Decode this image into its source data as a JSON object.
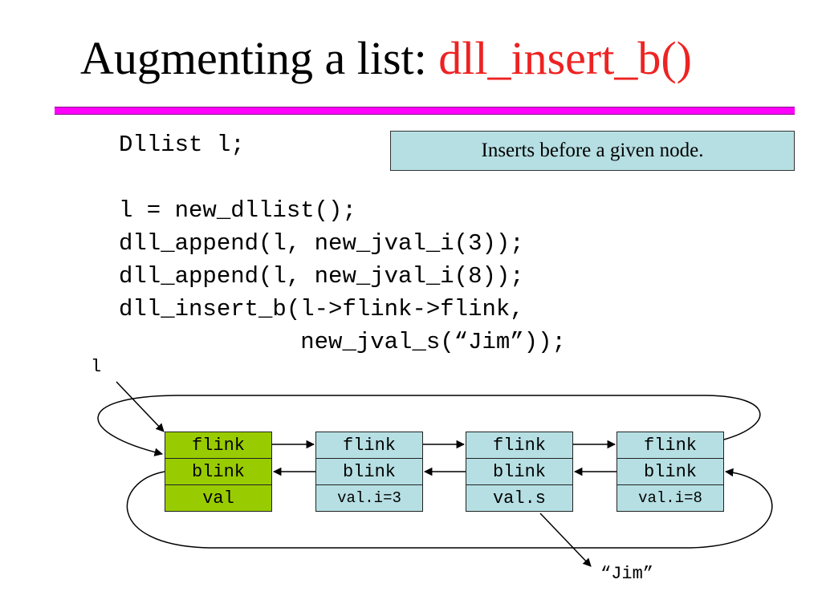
{
  "title": {
    "prefix": "Augmenting a list: ",
    "function": "dll_insert_b()"
  },
  "code": [
    "Dllist l;",
    "",
    "l = new_dllist();",
    "dll_append(l, new_jval_i(3));",
    "dll_append(l, new_jval_i(8));",
    "dll_insert_b(l->flink->flink,",
    "             new_jval_s(“Jim”));"
  ],
  "callout": "Inserts before a given node.",
  "diagram": {
    "list_var": "l",
    "jim": "“Jim”",
    "nodes": [
      {
        "flink": "flink",
        "blink": "blink",
        "val": "val"
      },
      {
        "flink": "flink",
        "blink": "blink",
        "val": "val.i=3"
      },
      {
        "flink": "flink",
        "blink": "blink",
        "val": "val.s"
      },
      {
        "flink": "flink",
        "blink": "blink",
        "val": "val.i=8"
      }
    ]
  },
  "colors": {
    "accent_func": "#ee2222",
    "divider": "#ff00ff",
    "sentinel_fill": "#99cc00",
    "node_fill": "#b6dfe3"
  }
}
